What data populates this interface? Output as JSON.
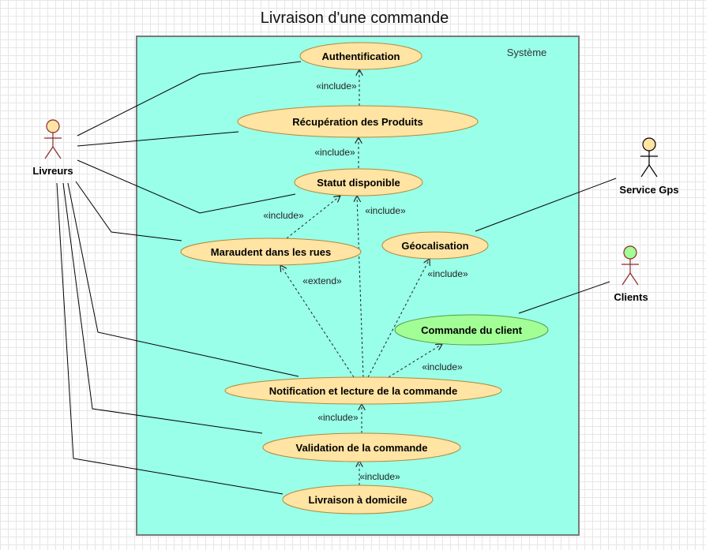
{
  "title": "Livraison d'une commande",
  "system_label": "Système",
  "colors": {
    "system_fill": "#99ffe9",
    "system_stroke": "#7a7a7a",
    "usecase_fill": "#ffe4a3",
    "usecase_stroke": "#b08a3a",
    "usecase_green_fill": "#a2ff96",
    "actor_fill": "#ffe4a3",
    "actor_green_fill": "#a2ff96",
    "actor_stroke": "#8a2a2a"
  },
  "actors": {
    "livreurs": "Livreurs",
    "service_gps": "Service Gps",
    "clients": "Clients"
  },
  "usecases": {
    "authentification": "Authentification",
    "recuperation": "Récupération des Produits",
    "statut": "Statut disponible",
    "maraudent": "Maraudent dans les rues",
    "geocalisation": "Géocalisation",
    "commande_client": "Commande du client",
    "notification": "Notification et lecture de la commande",
    "validation": "Validation de la commande",
    "livraison": "Livraison à domicile"
  },
  "relations": {
    "include_recup_auth": "«include»",
    "include_statut_recup": "«include»",
    "include_maraudent_statut": "«include»",
    "include_notif_statut": "«include»",
    "extend_notif_maraudent": "«extend»",
    "include_notif_geo": "«include»",
    "include_notif_commande": "«include»",
    "include_validation_notif": "«include»",
    "include_livraison_validation": "«include»"
  }
}
